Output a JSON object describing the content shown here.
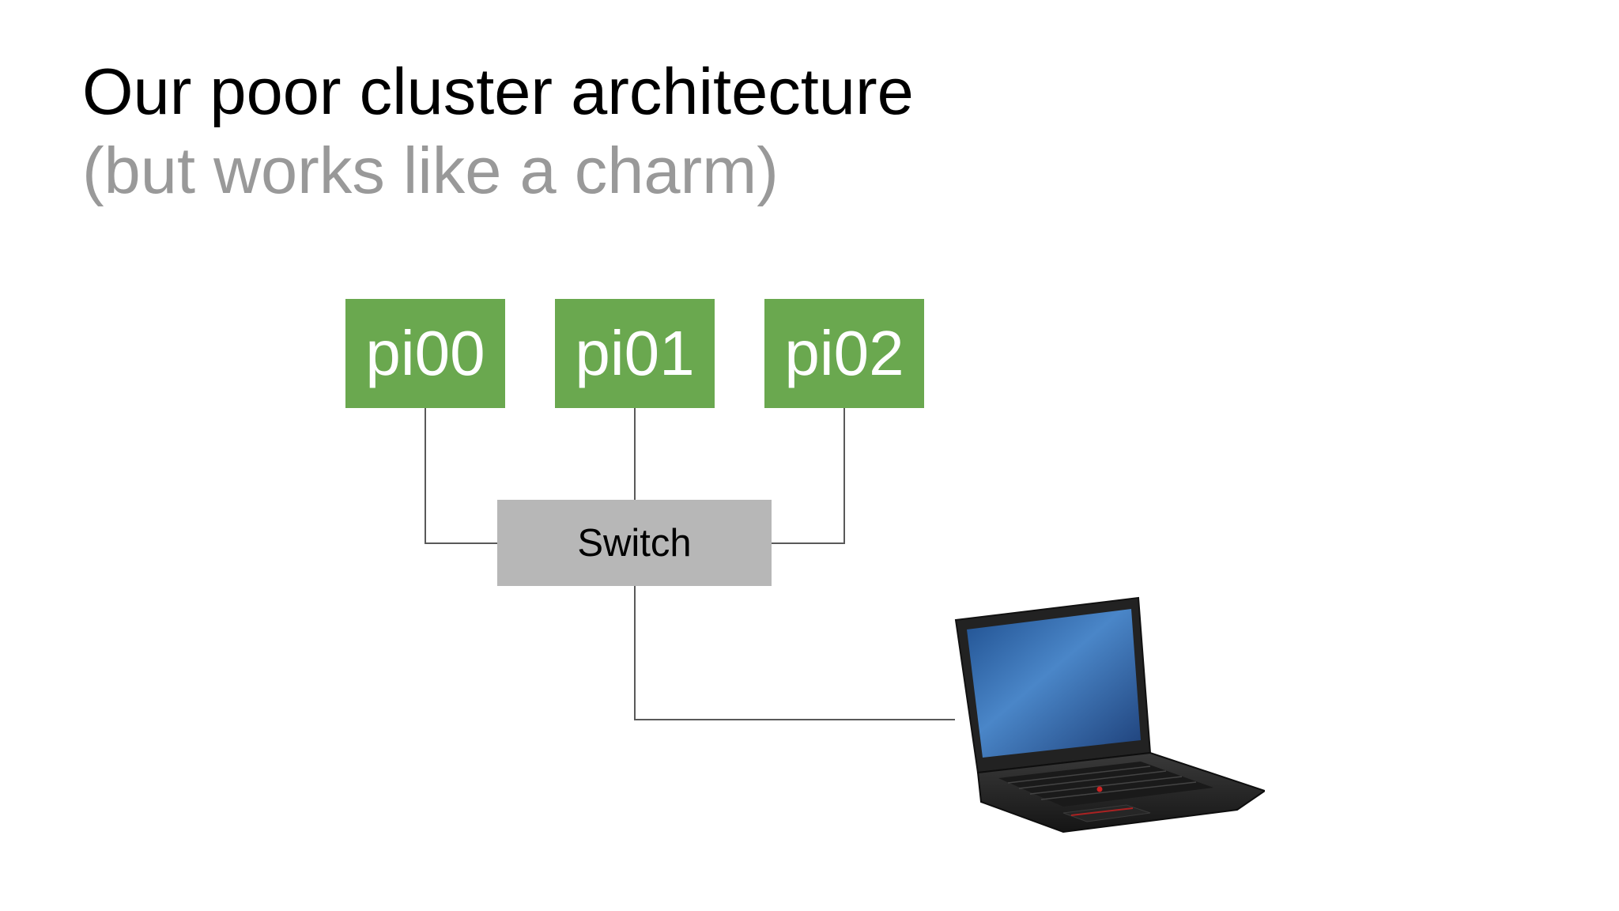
{
  "slide": {
    "title": "Our poor cluster architecture",
    "subtitle": "(but works like a charm)"
  },
  "diagram": {
    "nodes": [
      {
        "id": "pi00",
        "label": "pi00"
      },
      {
        "id": "pi01",
        "label": "pi01"
      },
      {
        "id": "pi02",
        "label": "pi02"
      }
    ],
    "switch": {
      "label": "Switch"
    },
    "laptop": {
      "icon": "laptop-icon"
    },
    "connections": [
      {
        "from": "pi00",
        "to": "switch"
      },
      {
        "from": "pi01",
        "to": "switch"
      },
      {
        "from": "pi02",
        "to": "switch"
      },
      {
        "from": "switch",
        "to": "laptop"
      }
    ]
  },
  "colors": {
    "node_fill": "#6aa84f",
    "switch_fill": "#b7b7b7",
    "line": "#595959",
    "subtitle_text": "#999999"
  }
}
